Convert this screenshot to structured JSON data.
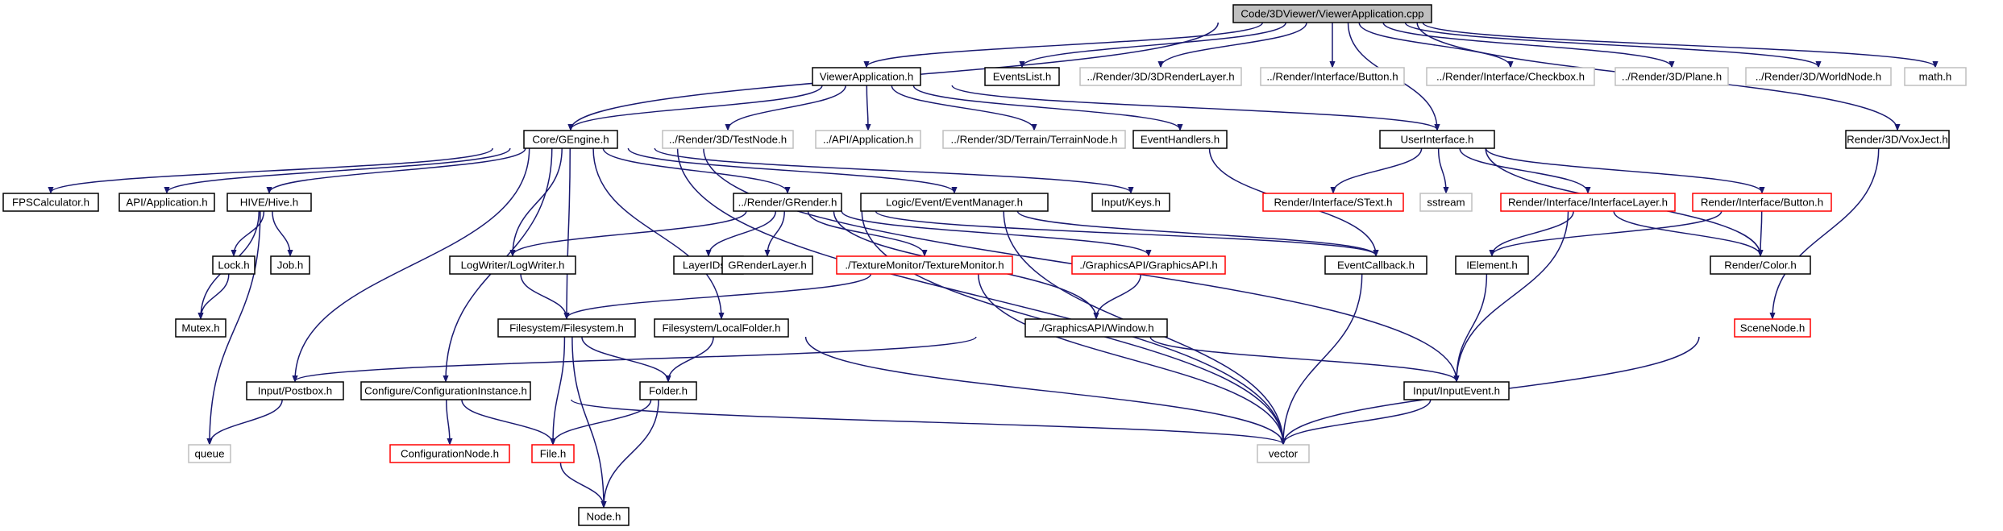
{
  "diagram": {
    "nodes": [
      {
        "id": "root",
        "label": "Code/3DViewer/ViewerApplication.cpp",
        "style": "root"
      },
      {
        "id": "vapp",
        "label": "ViewerApplication.h",
        "style": "normal"
      },
      {
        "id": "events",
        "label": "EventsList.h",
        "style": "normal"
      },
      {
        "id": "r3dlayer",
        "label": "../Render/3D/3DRenderLayer.h",
        "style": "missing"
      },
      {
        "id": "ibutton",
        "label": "../Render/Interface/Button.h",
        "style": "missing"
      },
      {
        "id": "icheck",
        "label": "../Render/Interface/Checkbox.h",
        "style": "missing"
      },
      {
        "id": "plane",
        "label": "../Render/3D/Plane.h",
        "style": "missing"
      },
      {
        "id": "worldnode",
        "label": "../Render/3D/WorldNode.h",
        "style": "missing"
      },
      {
        "id": "math",
        "label": "math.h",
        "style": "missing"
      },
      {
        "id": "gengine",
        "label": "Core/GEngine.h",
        "style": "normal"
      },
      {
        "id": "testnode",
        "label": "../Render/3D/TestNode.h",
        "style": "missing"
      },
      {
        "id": "apiapp",
        "label": "../API/Application.h",
        "style": "missing"
      },
      {
        "id": "terrain",
        "label": "../Render/3D/Terrain/TerrainNode.h",
        "style": "missing"
      },
      {
        "id": "evhandlers",
        "label": "EventHandlers.h",
        "style": "normal"
      },
      {
        "id": "uiface",
        "label": "UserInterface.h",
        "style": "normal"
      },
      {
        "id": "voxject",
        "label": "Render/3D/VoxJect.h",
        "style": "normal"
      },
      {
        "id": "fps",
        "label": "FPSCalculator.h",
        "style": "normal"
      },
      {
        "id": "apiapp2",
        "label": "API/Application.h",
        "style": "normal"
      },
      {
        "id": "hive",
        "label": "HIVE/Hive.h",
        "style": "normal"
      },
      {
        "id": "grender",
        "label": "../Render/GRender.h",
        "style": "normal"
      },
      {
        "id": "evmgr",
        "label": "Logic/Event/EventManager.h",
        "style": "normal"
      },
      {
        "id": "keys",
        "label": "Input/Keys.h",
        "style": "normal"
      },
      {
        "id": "stext",
        "label": "Render/Interface/SText.h",
        "style": "red"
      },
      {
        "id": "sstream",
        "label": "sstream",
        "style": "missing"
      },
      {
        "id": "ilayer",
        "label": "Render/Interface/InterfaceLayer.h",
        "style": "red"
      },
      {
        "id": "rbutton",
        "label": "Render/Interface/Button.h",
        "style": "red"
      },
      {
        "id": "lock",
        "label": "Lock.h",
        "style": "normal"
      },
      {
        "id": "job",
        "label": "Job.h",
        "style": "normal"
      },
      {
        "id": "logwriter",
        "label": "LogWriter/LogWriter.h",
        "style": "normal"
      },
      {
        "id": "layerids",
        "label": "LayerIDs.h",
        "style": "normal"
      },
      {
        "id": "grlayer",
        "label": "GRenderLayer.h",
        "style": "normal"
      },
      {
        "id": "texmon",
        "label": "./TextureMonitor/TextureMonitor.h",
        "style": "red"
      },
      {
        "id": "gapi",
        "label": "./GraphicsAPI/GraphicsAPI.h",
        "style": "red"
      },
      {
        "id": "evcallback",
        "label": "EventCallback.h",
        "style": "normal"
      },
      {
        "id": "ielement",
        "label": "IElement.h",
        "style": "normal"
      },
      {
        "id": "color",
        "label": "Render/Color.h",
        "style": "normal"
      },
      {
        "id": "mutex",
        "label": "Mutex.h",
        "style": "normal"
      },
      {
        "id": "fsys",
        "label": "Filesystem/Filesystem.h",
        "style": "normal"
      },
      {
        "id": "localfolder",
        "label": "Filesystem/LocalFolder.h",
        "style": "normal"
      },
      {
        "id": "window",
        "label": "./GraphicsAPI/Window.h",
        "style": "normal"
      },
      {
        "id": "scenenode",
        "label": "SceneNode.h",
        "style": "red"
      },
      {
        "id": "postbox",
        "label": "Input/Postbox.h",
        "style": "normal"
      },
      {
        "id": "confinst",
        "label": "Configure/ConfigurationInstance.h",
        "style": "normal"
      },
      {
        "id": "folder",
        "label": "Folder.h",
        "style": "normal"
      },
      {
        "id": "inputevent",
        "label": "Input/InputEvent.h",
        "style": "normal"
      },
      {
        "id": "queue",
        "label": "queue",
        "style": "missing"
      },
      {
        "id": "confnode",
        "label": "ConfigurationNode.h",
        "style": "red"
      },
      {
        "id": "file",
        "label": "File.h",
        "style": "red"
      },
      {
        "id": "vector",
        "label": "vector",
        "style": "missing"
      },
      {
        "id": "node",
        "label": "Node.h",
        "style": "normal"
      }
    ],
    "edges": [
      [
        "root",
        "vapp"
      ],
      [
        "root",
        "events"
      ],
      [
        "root",
        "r3dlayer"
      ],
      [
        "root",
        "ibutton"
      ],
      [
        "root",
        "icheck"
      ],
      [
        "root",
        "plane"
      ],
      [
        "root",
        "worldnode"
      ],
      [
        "root",
        "math"
      ],
      [
        "root",
        "gengine"
      ],
      [
        "root",
        "uiface"
      ],
      [
        "root",
        "voxject"
      ],
      [
        "vapp",
        "gengine"
      ],
      [
        "vapp",
        "testnode"
      ],
      [
        "vapp",
        "apiapp"
      ],
      [
        "vapp",
        "terrain"
      ],
      [
        "vapp",
        "evhandlers"
      ],
      [
        "vapp",
        "uiface"
      ],
      [
        "gengine",
        "fps"
      ],
      [
        "gengine",
        "apiapp2"
      ],
      [
        "gengine",
        "hive"
      ],
      [
        "gengine",
        "grender"
      ],
      [
        "gengine",
        "evmgr"
      ],
      [
        "gengine",
        "keys"
      ],
      [
        "gengine",
        "logwriter"
      ],
      [
        "gengine",
        "fsys"
      ],
      [
        "gengine",
        "localfolder"
      ],
      [
        "gengine",
        "postbox"
      ],
      [
        "gengine",
        "confinst"
      ],
      [
        "gengine",
        "inputevent"
      ],
      [
        "gengine",
        "vector"
      ],
      [
        "evhandlers",
        "evcallback"
      ],
      [
        "uiface",
        "stext"
      ],
      [
        "uiface",
        "sstream"
      ],
      [
        "uiface",
        "ilayer"
      ],
      [
        "uiface",
        "rbutton"
      ],
      [
        "uiface",
        "color"
      ],
      [
        "voxject",
        "scenenode"
      ],
      [
        "hive",
        "lock"
      ],
      [
        "hive",
        "job"
      ],
      [
        "hive",
        "mutex"
      ],
      [
        "hive",
        "queue"
      ],
      [
        "lock",
        "mutex"
      ],
      [
        "grender",
        "logwriter"
      ],
      [
        "grender",
        "layerids"
      ],
      [
        "grender",
        "grlayer"
      ],
      [
        "grender",
        "texmon"
      ],
      [
        "grender",
        "gapi"
      ],
      [
        "grender",
        "window"
      ],
      [
        "grender",
        "evcallback"
      ],
      [
        "grender",
        "vector"
      ],
      [
        "evmgr",
        "evcallback"
      ],
      [
        "evmgr",
        "vector"
      ],
      [
        "ilayer",
        "ielement"
      ],
      [
        "ilayer",
        "color"
      ],
      [
        "ilayer",
        "inputevent"
      ],
      [
        "rbutton",
        "ielement"
      ],
      [
        "rbutton",
        "color"
      ],
      [
        "logwriter",
        "fsys"
      ],
      [
        "texmon",
        "fsys"
      ],
      [
        "texmon",
        "vector"
      ],
      [
        "gapi",
        "window"
      ],
      [
        "evcallback",
        "vector"
      ],
      [
        "ielement",
        "inputevent"
      ],
      [
        "fsys",
        "folder"
      ],
      [
        "fsys",
        "file"
      ],
      [
        "fsys",
        "node"
      ],
      [
        "localfolder",
        "folder"
      ],
      [
        "localfolder",
        "vector"
      ],
      [
        "window",
        "postbox"
      ],
      [
        "window",
        "inputevent"
      ],
      [
        "scenenode",
        "vector"
      ],
      [
        "postbox",
        "queue"
      ],
      [
        "confinst",
        "confnode"
      ],
      [
        "confinst",
        "file"
      ],
      [
        "confinst",
        "vector"
      ],
      [
        "folder",
        "file"
      ],
      [
        "folder",
        "node"
      ],
      [
        "inputevent",
        "vector"
      ],
      [
        "file",
        "node"
      ]
    ]
  },
  "colors": {
    "edge": "#191970",
    "normal_border": "#000000",
    "missing_border": "#bfbfbf",
    "red_border": "#ff0000",
    "root_fill": "#bfbfbf",
    "text": "#000000"
  }
}
